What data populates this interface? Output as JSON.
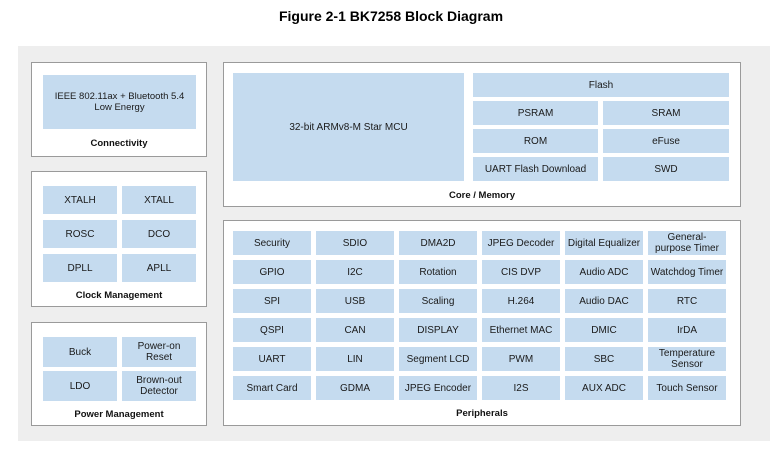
{
  "title": "Figure 2-1 BK7258 Block Diagram",
  "connectivity": {
    "label": "Connectivity",
    "item": "IEEE 802.11ax + Bluetooth 5.4 Low Energy"
  },
  "clock": {
    "label": "Clock Management",
    "items": [
      "XTALH",
      "XTALL",
      "ROSC",
      "DCO",
      "DPLL",
      "APLL"
    ]
  },
  "power": {
    "label": "Power Management",
    "items": [
      "Buck",
      "Power-on Reset",
      "LDO",
      "Brown-out Detector"
    ]
  },
  "core": {
    "label": "Core / Memory",
    "mcu": "32-bit ARMv8-M Star MCU",
    "flash": "Flash",
    "items": [
      "PSRAM",
      "SRAM",
      "ROM",
      "eFuse",
      "UART Flash Download",
      "SWD"
    ]
  },
  "peripherals": {
    "label": "Peripherals",
    "rows": [
      [
        "Security",
        "SDIO",
        "DMA2D",
        "JPEG Decoder",
        "Digital Equalizer",
        "General-purpose Timer"
      ],
      [
        "GPIO",
        "I2C",
        "Rotation",
        "CIS DVP",
        "Audio ADC",
        "Watchdog Timer"
      ],
      [
        "SPI",
        "USB",
        "Scaling",
        "H.264",
        "Audio DAC",
        "RTC"
      ],
      [
        "QSPI",
        "CAN",
        "DISPLAY",
        "Ethernet MAC",
        "DMIC",
        "IrDA"
      ],
      [
        "UART",
        "LIN",
        "Segment LCD",
        "PWM",
        "SBC",
        "Temperature Sensor"
      ],
      [
        "Smart Card",
        "GDMA",
        "JPEG Encoder",
        "I2S",
        "AUX ADC",
        "Touch Sensor"
      ]
    ]
  },
  "colors": {
    "cell_fill": "#c5dbef",
    "panel_border": "#9a9a9a",
    "background": "#eeeeee"
  }
}
